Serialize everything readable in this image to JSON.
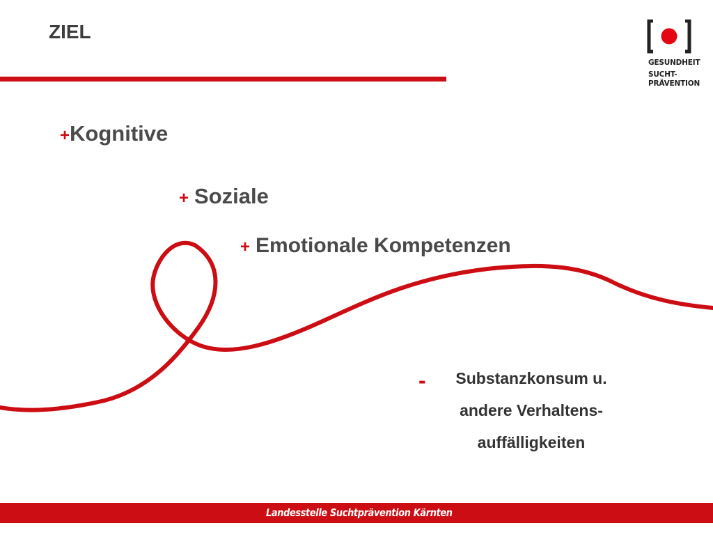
{
  "slide": {
    "title": "ZIEL"
  },
  "logo": {
    "line1": "GESUNDHEIT",
    "line2": "SUCHT-",
    "line3": "PRÄVENTION"
  },
  "items": [
    {
      "sign": "+",
      "label": "Kognitive"
    },
    {
      "sign": "+",
      "label": "Soziale"
    },
    {
      "sign": "+",
      "label": "Emotionale Kompetenzen"
    }
  ],
  "negative": {
    "sign": "-",
    "lines": [
      "Substanzkonsum u.",
      "andere Verhaltens-",
      "auffälligkeiten"
    ]
  },
  "footer": {
    "text": "Landesstelle Suchtprävention Kärnten"
  },
  "colors": {
    "accent": "#cc0e14",
    "text": "#4a4a4a"
  }
}
